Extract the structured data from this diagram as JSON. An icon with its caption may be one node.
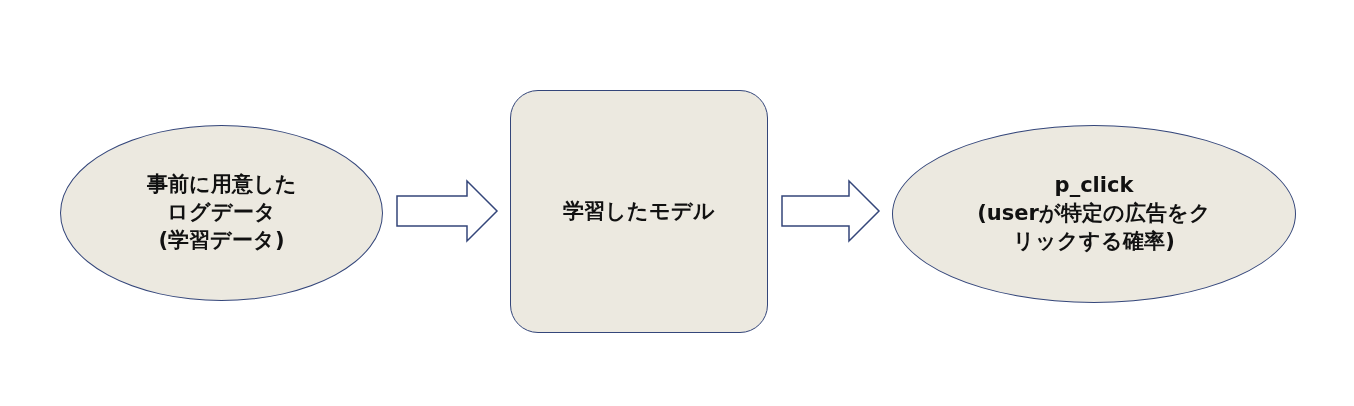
{
  "diagram": {
    "nodes": [
      {
        "text": [
          "事前に用意したログデータ",
          "(学習データ)"
        ]
      },
      {
        "text": [
          "学習したモデル"
        ]
      },
      {
        "text": [
          "p_click",
          "(userが特定の広告をクリックする確率)"
        ]
      }
    ],
    "edges": [
      {
        "from": 0,
        "to": 1,
        "arrow": "to"
      },
      {
        "from": 1,
        "to": 2,
        "arrow": "to"
      }
    ]
  }
}
